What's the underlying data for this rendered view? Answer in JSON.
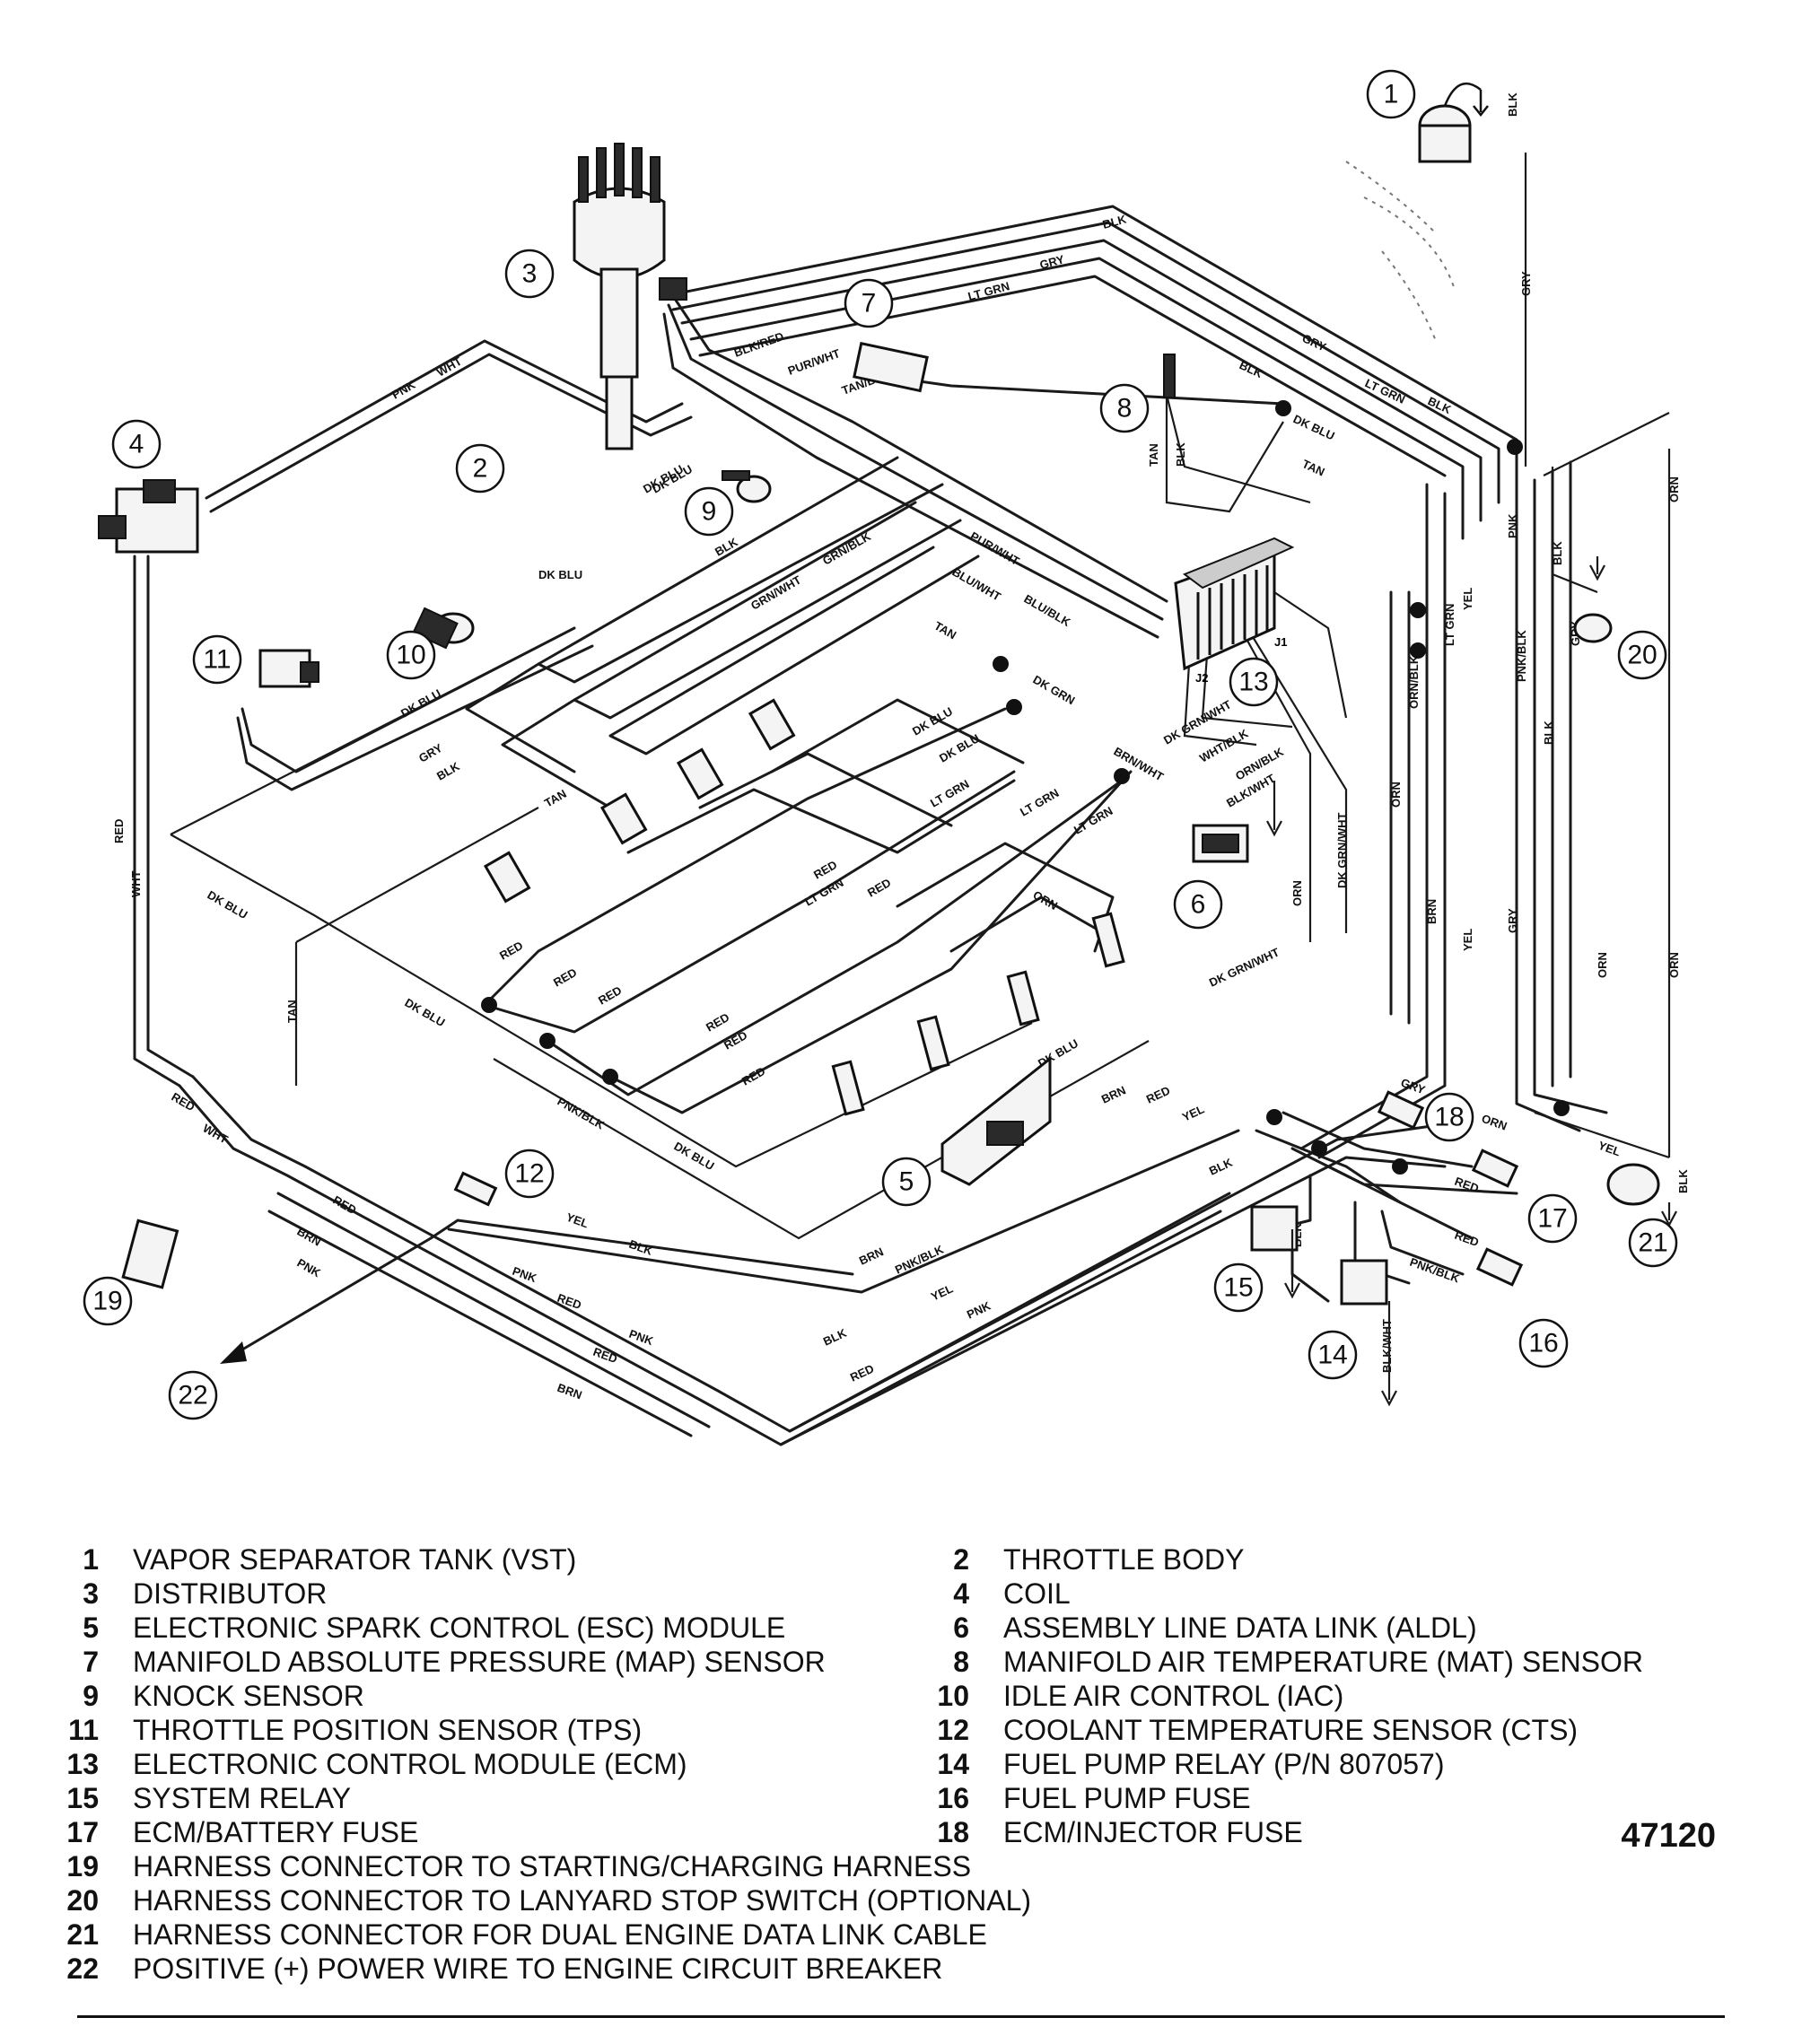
{
  "figure_number": "47120",
  "legend": [
    {
      "num": "1",
      "text": "VAPOR SEPARATOR TANK (VST)"
    },
    {
      "num": "2",
      "text": "THROTTLE BODY"
    },
    {
      "num": "3",
      "text": "DISTRIBUTOR"
    },
    {
      "num": "4",
      "text": "COIL"
    },
    {
      "num": "5",
      "text": "ELECTRONIC SPARK CONTROL (ESC) MODULE"
    },
    {
      "num": "6",
      "text": "ASSEMBLY LINE DATA LINK (ALDL)"
    },
    {
      "num": "7",
      "text": "MANIFOLD ABSOLUTE PRESSURE (MAP) SENSOR"
    },
    {
      "num": "8",
      "text": "MANIFOLD AIR TEMPERATURE (MAT) SENSOR"
    },
    {
      "num": "9",
      "text": "KNOCK SENSOR"
    },
    {
      "num": "10",
      "text": "IDLE AIR CONTROL (IAC)"
    },
    {
      "num": "11",
      "text": "THROTTLE POSITION SENSOR (TPS)"
    },
    {
      "num": "12",
      "text": "COOLANT TEMPERATURE SENSOR (CTS)"
    },
    {
      "num": "13",
      "text": "ELECTRONIC CONTROL MODULE (ECM)"
    },
    {
      "num": "14",
      "text": "FUEL PUMP RELAY (P/N 807057)"
    },
    {
      "num": "15",
      "text": "SYSTEM RELAY"
    },
    {
      "num": "16",
      "text": "FUEL PUMP FUSE"
    },
    {
      "num": "17",
      "text": "ECM/BATTERY FUSE"
    },
    {
      "num": "18",
      "text": "ECM/INJECTOR FUSE"
    },
    {
      "num": "19",
      "text": "HARNESS CONNECTOR TO STARTING/CHARGING HARNESS"
    },
    {
      "num": "20",
      "text": "HARNESS CONNECTOR TO LANYARD STOP SWITCH (OPTIONAL)"
    },
    {
      "num": "21",
      "text": "HARNESS CONNECTOR FOR DUAL ENGINE DATA LINK CABLE"
    },
    {
      "num": "22",
      "text": "POSITIVE (+) POWER WIRE TO ENGINE CIRCUIT BREAKER"
    }
  ],
  "wire_labels": {
    "blk": "BLK",
    "gry": "GRY",
    "lt_grn": "LT GRN",
    "dk_blu": "DK BLU",
    "tan": "TAN",
    "pur_wht": "PUR/WHT",
    "tan_blk": "TAN/BLK",
    "blk_red": "BLK/RED",
    "pnk": "PNK",
    "wht": "WHT",
    "red": "RED",
    "orn": "ORN",
    "yel": "YEL",
    "brn": "BRN",
    "pnk_blk": "PNK/BLK",
    "grn_wht": "GRN/WHT",
    "blu_wht": "BLU/WHT",
    "grn_blk": "GRN/BLK",
    "dk_grn": "DK GRN",
    "brn_wht": "BRN/WHT",
    "dk_grn_wht": "DK GRN/WHT",
    "orn_blk": "ORN/BLK",
    "blk_wht": "BLK/WHT",
    "wht_blk": "WHT/BLK",
    "blu_blk": "BLU/BLK",
    "lt_grn2": "LT GRN"
  },
  "ecm_labels": {
    "j1": "J1",
    "j2": "J2"
  }
}
